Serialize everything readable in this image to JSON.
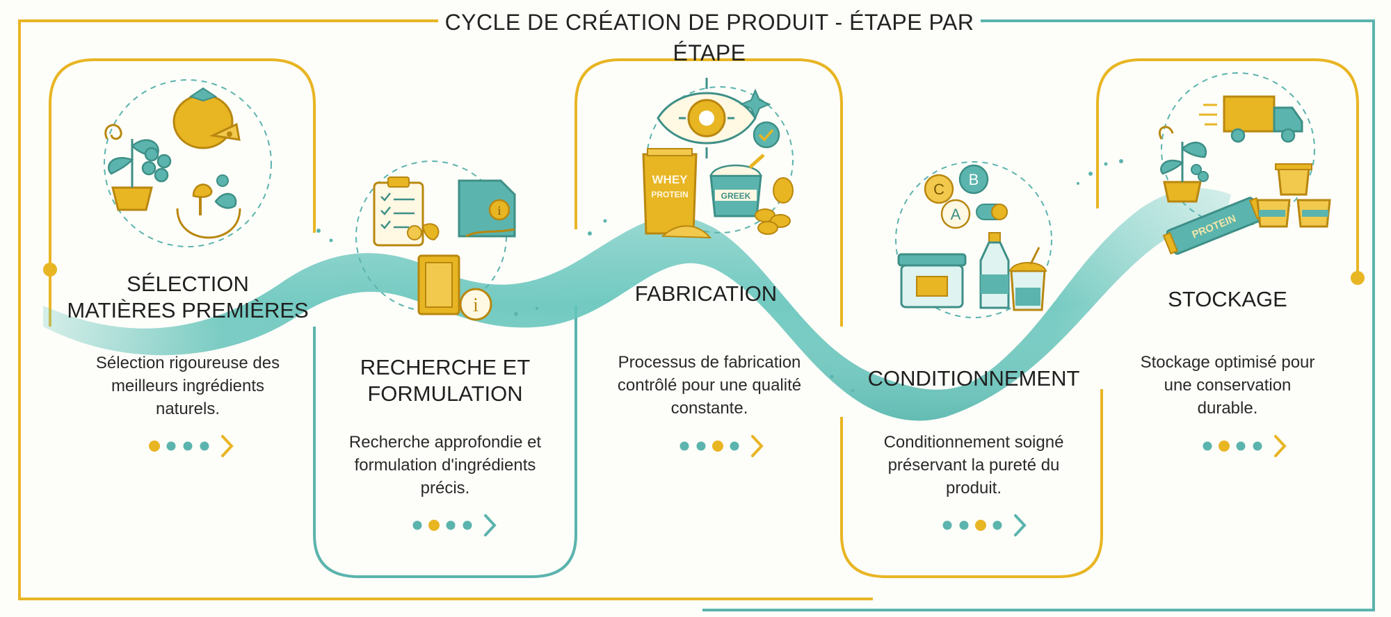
{
  "title": "CYCLE DE CRÉATION DE PRODUIT - ÉTAPE PAR ÉTAPE",
  "colors": {
    "gold": "#e8b523",
    "teal": "#5bb4ad",
    "ribbon": "#5ec2b8",
    "text": "#222222"
  },
  "steps": [
    {
      "title_line1": "SÉLECTION",
      "title_line2": "MATIÈRES PREMIÈRES",
      "desc_line1": "Sélection rigoureuse des",
      "desc_line2": "meilleurs ingrédients",
      "desc_line3": "naturels.",
      "active_dot": 1,
      "icons": [
        "plant-icon",
        "tomato-icon",
        "berries-icon",
        "mushroom-hands-icon"
      ]
    },
    {
      "title_line1": "RECHERCHE ET",
      "title_line2": "FORMULATION",
      "desc_line1": "Recherche approfondie et",
      "desc_line2": "formulation d'ingrédients",
      "desc_line3": "précis.",
      "active_dot": 2,
      "icons": [
        "clipboard-checklist-icon",
        "price-tag-info-icon",
        "packet-info-icon"
      ]
    },
    {
      "title_line1": "FABRICATION",
      "title_line2": "",
      "desc_line1": "Processus de fabrication",
      "desc_line2": "contrôlé pour une qualité",
      "desc_line3": "constante.",
      "active_dot": 3,
      "icons": [
        "eye-target-icon",
        "whey-protein-bag-icon",
        "greek-yogurt-icon",
        "nuts-icon"
      ],
      "labels": {
        "whey": "WHEY",
        "protein": "PROTEIN",
        "greek": "GREEK"
      }
    },
    {
      "title_line1": "CONDITIONNEMENT",
      "title_line2": "",
      "desc_line1": "Conditionnement soigné",
      "desc_line2": "préservant la pureté du",
      "desc_line3": "produit.",
      "active_dot": 3,
      "icons": [
        "vitamins-abc-icon",
        "jar-icon",
        "bottle-icon",
        "cup-icon"
      ],
      "labels": {
        "a": "A",
        "b": "B",
        "c": "C"
      }
    },
    {
      "title_line1": "STOCKAGE",
      "title_line2": "",
      "desc_line1": "Stockage optimisé pour",
      "desc_line2": "une conservation",
      "desc_line3": "durable.",
      "active_dot": 2,
      "icons": [
        "delivery-truck-icon",
        "plant-icon",
        "protein-bar-icon",
        "cups-stack-icon"
      ],
      "labels": {
        "bar": "PROTEIN"
      }
    }
  ]
}
